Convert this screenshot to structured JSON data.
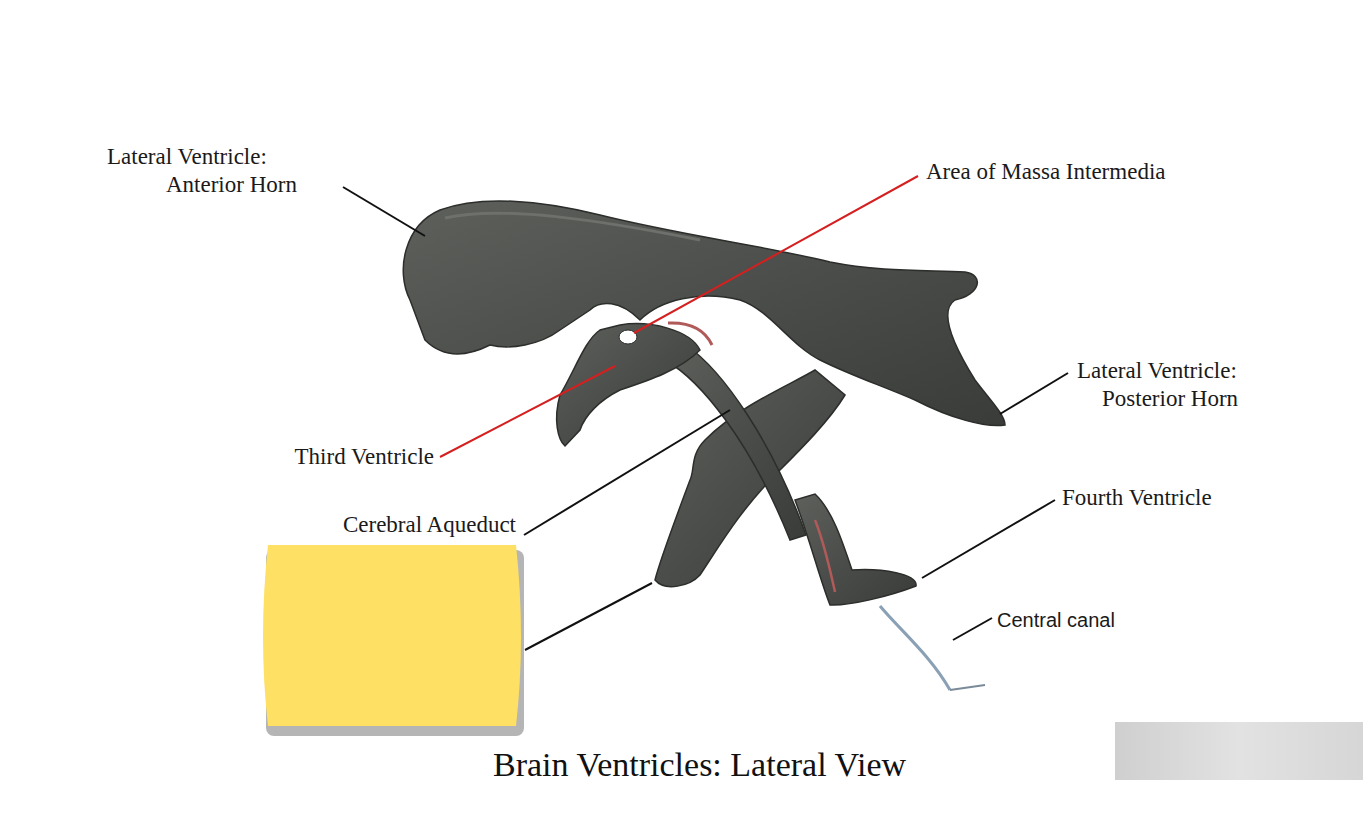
{
  "diagram": {
    "title": "Brain Ventricles: Lateral View",
    "labels": [
      "Lateral Ventricle: Anterior Horn",
      "Area of Massa Intermedia",
      "Third Ventricle",
      "Cerebral Aqueduct",
      "Lateral Ventricle: Posterior Horn",
      "Fourth Ventricle",
      "Central canal"
    ]
  }
}
